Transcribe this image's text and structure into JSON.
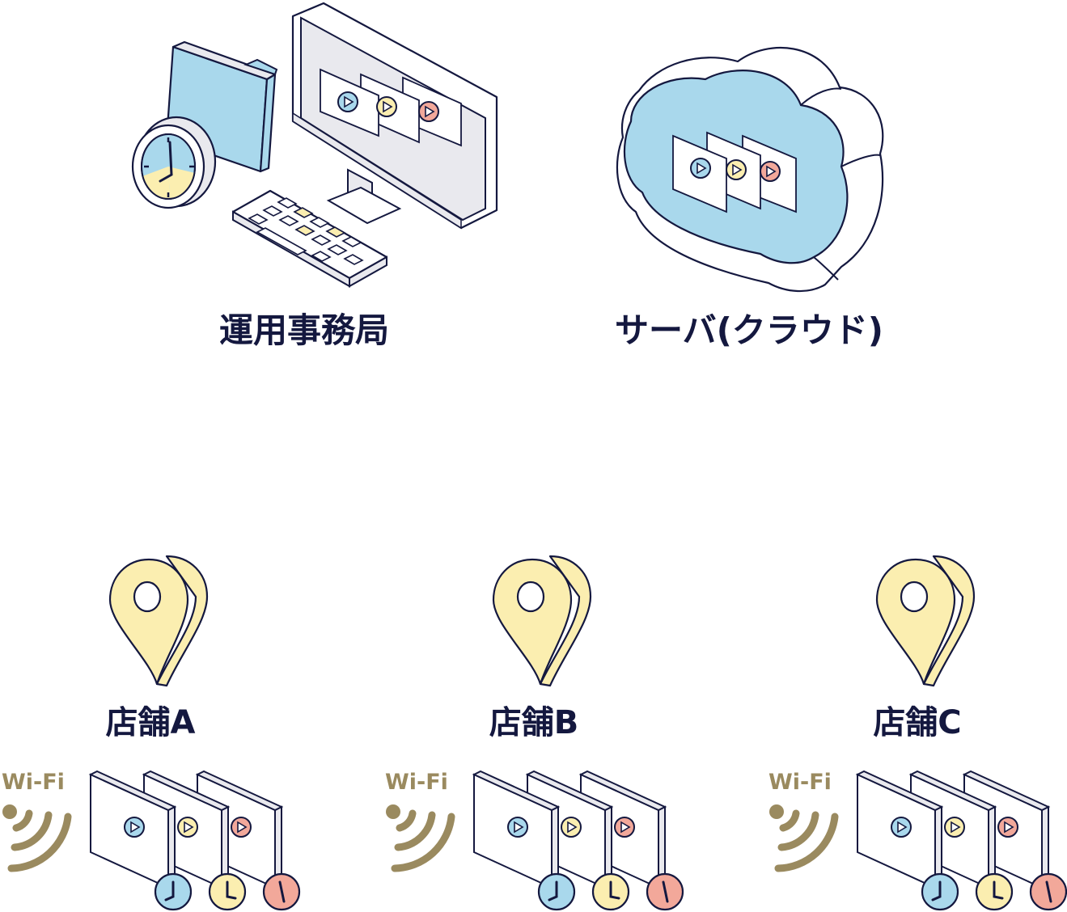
{
  "nodes": {
    "office": {
      "label": "運用事務局"
    },
    "server": {
      "label": "サーバ(クラウド)"
    }
  },
  "stores": [
    {
      "label": "店舗A",
      "wifi": "Wi-Fi"
    },
    {
      "label": "店舗B",
      "wifi": "Wi-Fi"
    },
    {
      "label": "店舗C",
      "wifi": "Wi-Fi"
    }
  ],
  "colors": {
    "outline": "#14183f",
    "light_blue": "#a9d8ec",
    "light_yellow": "#fbeeb0",
    "light_red": "#f2a89a",
    "gray": "#e9e9ee",
    "wifi": "#9a8a5f"
  }
}
